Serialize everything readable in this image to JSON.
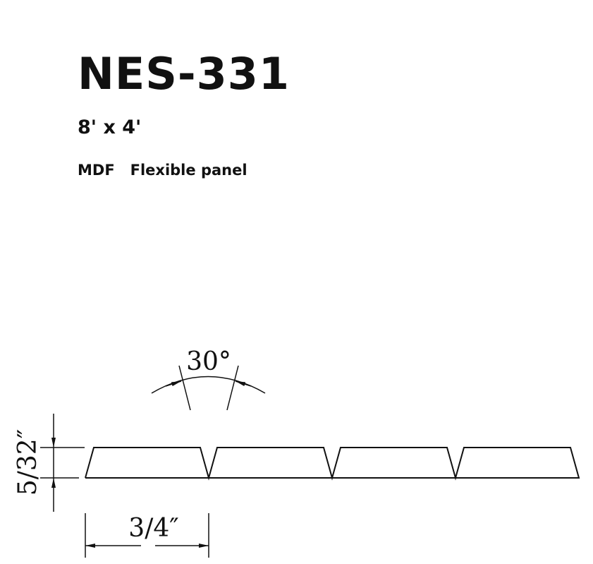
{
  "header": {
    "model": "NES-331",
    "size": "8' x 4'",
    "material": "MDF",
    "product_type": "Flexible panel"
  },
  "drawing": {
    "groove_angle_label": "30°",
    "thickness_label": "5/32″",
    "pitch_label": "3/4″",
    "segment_count": 4
  }
}
